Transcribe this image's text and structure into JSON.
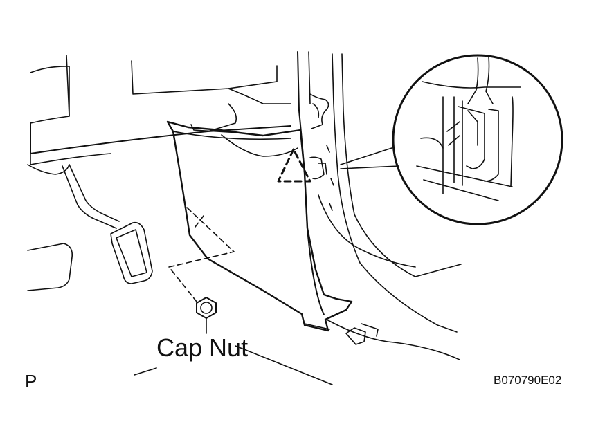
{
  "labels": {
    "cap_nut": "Cap Nut",
    "view_letter": "P",
    "figure_code": "B070790E02"
  },
  "colors": {
    "line": "#111111",
    "background": "#ffffff"
  }
}
